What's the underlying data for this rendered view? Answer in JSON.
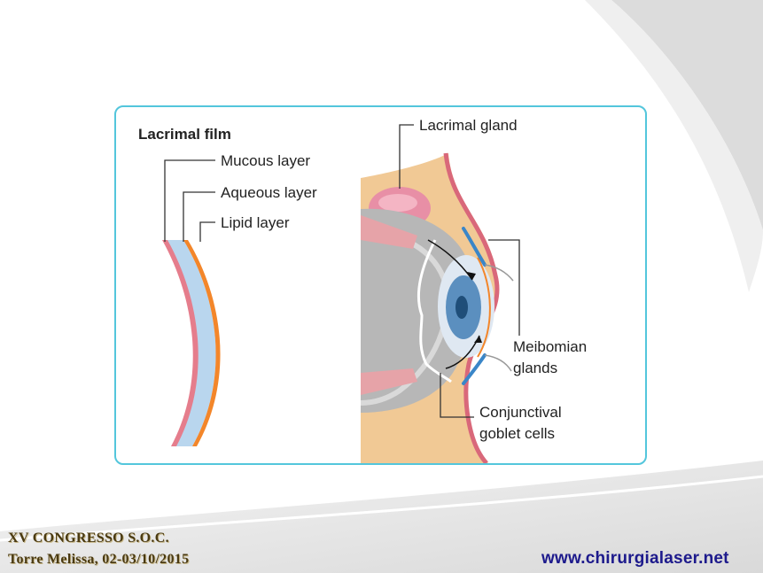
{
  "figure": {
    "left_panel": {
      "title": "Lacrimal film",
      "labels": {
        "mucous": "Mucous layer",
        "aqueous": "Aqueous layer",
        "lipid": "Lipid layer"
      }
    },
    "right_panel": {
      "labels": {
        "lacrimal_gland": "Lacrimal gland",
        "meibomian_1": "Meibomian",
        "meibomian_2": "glands",
        "conjunctival_1": "Conjunctival",
        "conjunctival_2": "goblet cells"
      }
    }
  },
  "footer": {
    "congress": "XV CONGRESSO  S.O.C.",
    "place": "Torre Melissa, 02-03/10/2015",
    "website": "www.chirurgialaser.net"
  },
  "colors": {
    "frame": "#53c6dc",
    "mucous": "#e57d8c",
    "aqueous": "#b9d6ee",
    "lipid": "#f3862a",
    "skin": "#f1c995",
    "gland": "#e88fa6",
    "iris": "#5b8fbf",
    "pupil": "#1f4e79",
    "website": "#1d1a8c"
  }
}
